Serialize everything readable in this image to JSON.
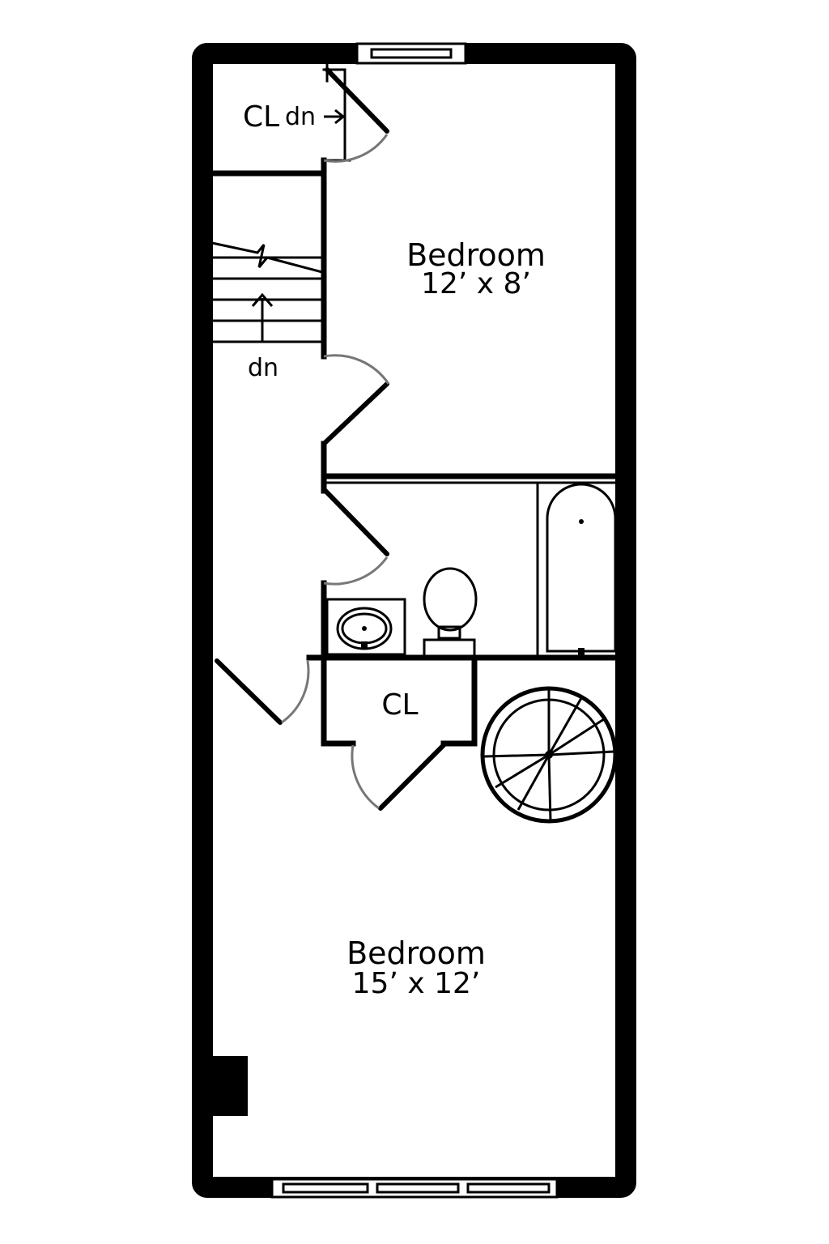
{
  "floor_plan": {
    "rooms": [
      {
        "name": "Bedroom",
        "dimensions": "12’ x 8’"
      },
      {
        "name": "Bedroom",
        "dimensions": "15’ x 12’"
      }
    ],
    "closets": {
      "top": "CL",
      "middle": "CL"
    },
    "stair_labels": {
      "top_closet_stair": "dn",
      "main_stair": "dn"
    }
  }
}
